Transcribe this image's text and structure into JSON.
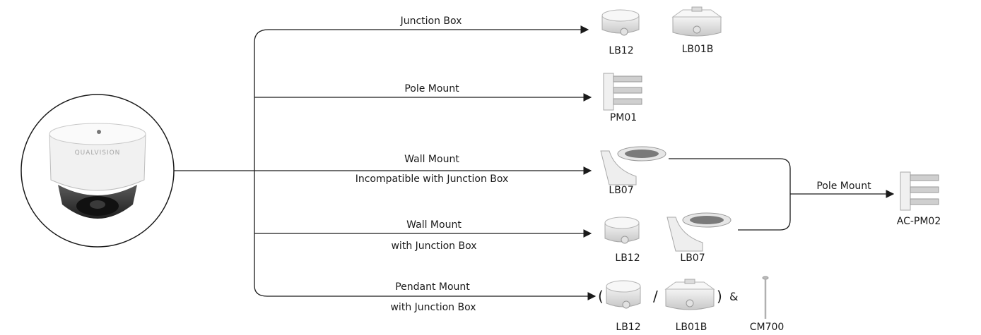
{
  "camera": {
    "brand": "QUALVISION"
  },
  "branches": [
    {
      "label": "Junction Box",
      "sublabel": ""
    },
    {
      "label": "Pole Mount",
      "sublabel": ""
    },
    {
      "label": "Wall Mount",
      "sublabel": "Incompatible with Junction Box"
    },
    {
      "label": "Wall Mount",
      "sublabel": "with Junction Box"
    },
    {
      "label": "Pendant Mount",
      "sublabel": "with Junction Box"
    }
  ],
  "products": {
    "lb12_a": "LB12",
    "lb01b_a": "LB01B",
    "pm01": "PM01",
    "lb07_a": "LB07",
    "lb12_b": "LB12",
    "lb07_b": "LB07",
    "lb12_c": "LB12",
    "lb01b_c": "LB01B",
    "cm700": "CM700",
    "acpm02": "AC-PM02"
  },
  "combined_branch": {
    "label": "Pole Mount"
  },
  "symbols": {
    "open_paren": "(",
    "slash": "/",
    "close_paren": ")",
    "amp": "&"
  }
}
